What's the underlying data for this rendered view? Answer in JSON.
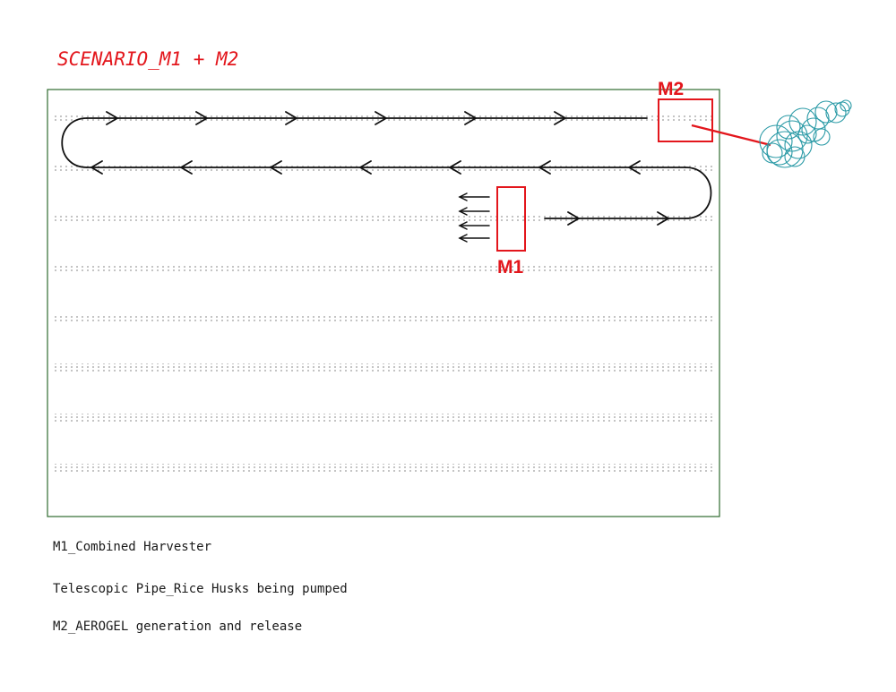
{
  "title": "SCENARIO_M1 + M2",
  "labels": {
    "m1": "M1",
    "m2": "M2"
  },
  "legend": [
    "M1_Combined Harvester",
    "Telescopic Pipe_Rice Husks being pumped",
    "M2_AEROGEL generation and release"
  ],
  "colors": {
    "accent_red": "#e3161c",
    "field_border": "#2f6b2f",
    "path": "#111111",
    "aerogel": "#2a9aa6",
    "crop_dots": "#9a9a9a"
  },
  "icons": {
    "aerogel_cloud": "aerogel-cloud-icon"
  }
}
